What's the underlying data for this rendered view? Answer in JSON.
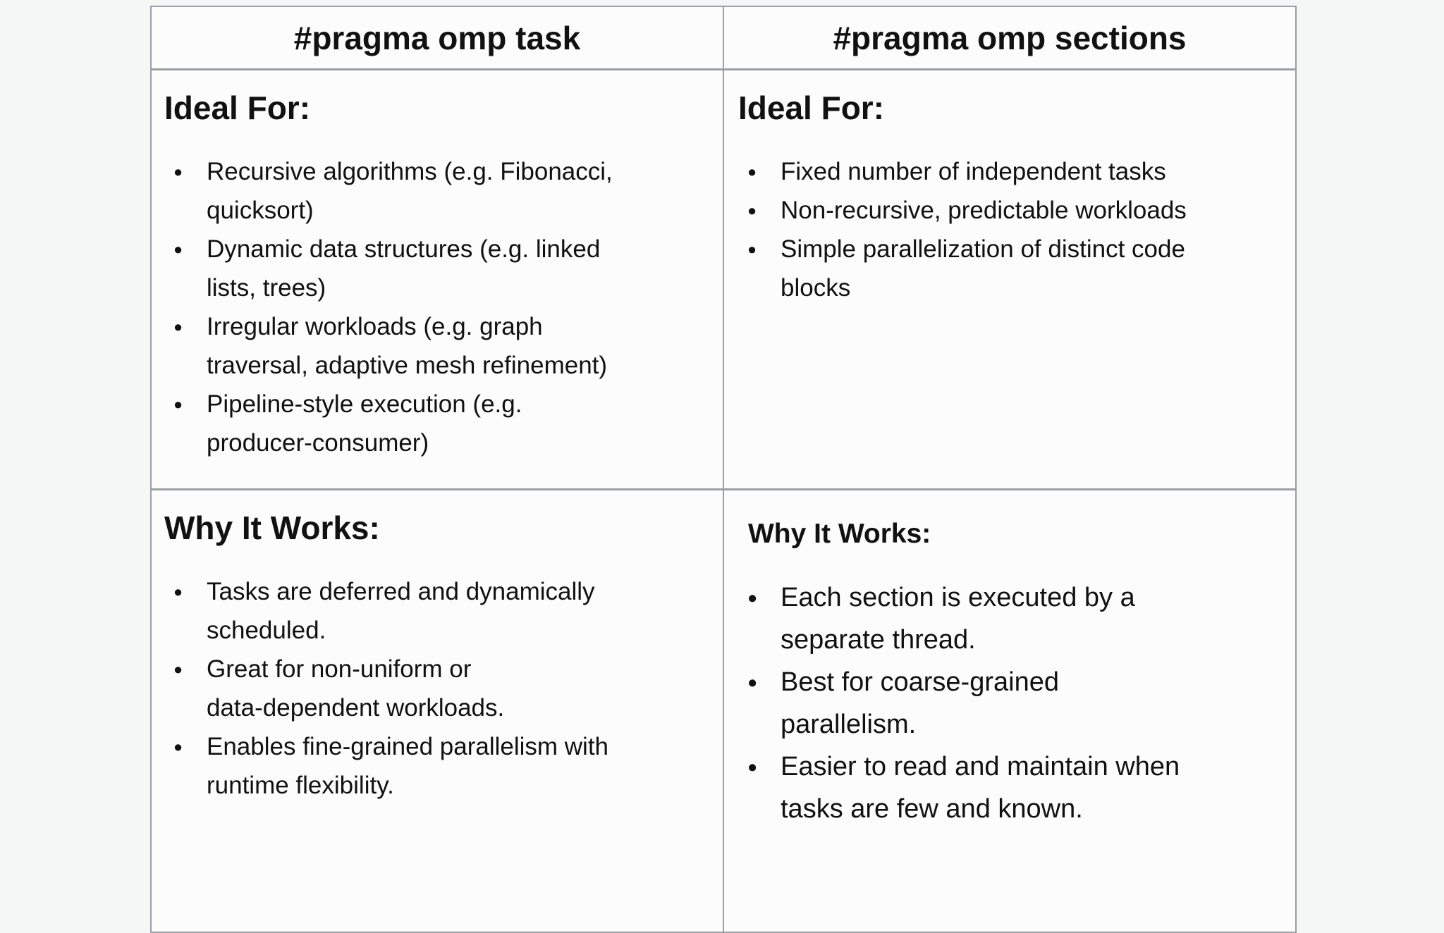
{
  "page": {
    "background_color": "#f5f6f6",
    "table_border_color": "#9aa0a3",
    "cell_background_color": "#fcfcfc",
    "text_color": "#111111"
  },
  "table": {
    "columns": [
      {
        "id": "task",
        "header": "#pragma omp task",
        "ideal": {
          "heading": "Ideal For:",
          "bullets": [
            "Recursive algorithms (e.g. Fibonacci,\nquicksort)",
            "Dynamic data structures (e.g. linked\nlists, trees)",
            "Irregular workloads (e.g. graph\ntraversal, adaptive mesh refinement)",
            "Pipeline-style execution (e.g.\nproducer-consumer)"
          ]
        },
        "why": {
          "heading": "Why It Works:",
          "bullets": [
            "Tasks are deferred and dynamically\nscheduled.",
            "Great for non-uniform or\ndata-dependent workloads.",
            "Enables fine-grained parallelism with\nruntime flexibility."
          ]
        }
      },
      {
        "id": "sections",
        "header": "#pragma omp sections",
        "ideal": {
          "heading": "Ideal For:",
          "bullets": [
            "Fixed number of independent tasks",
            "Non-recursive, predictable workloads",
            "Simple parallelization of distinct code\nblocks"
          ]
        },
        "why": {
          "heading": "Why It Works:",
          "bullets": [
            "Each section is executed by a\nseparate thread.",
            "Best for coarse-grained\nparallelism.",
            "Easier to read and maintain when\ntasks are few and known."
          ]
        }
      }
    ]
  }
}
